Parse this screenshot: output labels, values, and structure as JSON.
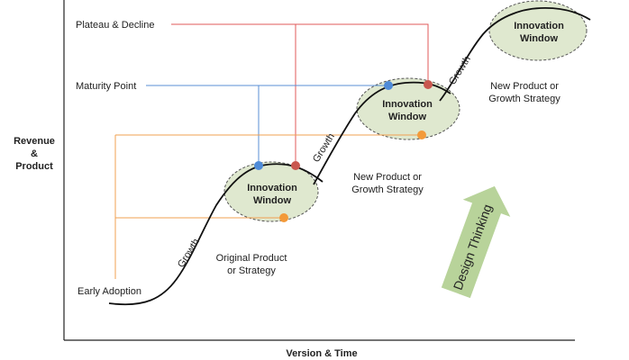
{
  "axes": {
    "y_label_line1": "Revenue",
    "y_label_line2": "&",
    "y_label_line3": "Product",
    "x_label": "Version & Time"
  },
  "markers": {
    "plateau_decline": "Plateau & Decline",
    "maturity_point": "Maturity Point",
    "early_adoption": "Early Adoption"
  },
  "windows": [
    {
      "line1": "Innovation",
      "line2": "Window"
    },
    {
      "line1": "Innovation",
      "line2": "Window"
    },
    {
      "line1": "Innovation",
      "line2": "Window"
    }
  ],
  "growth_labels": [
    "Growth",
    "Growth",
    "Growth"
  ],
  "strategies": [
    {
      "line1": "Original Product",
      "line2": "or Strategy"
    },
    {
      "line1": "New Product or",
      "line2": "Growth Strategy"
    },
    {
      "line1": "New Product or",
      "line2": "Growth Strategy"
    }
  ],
  "arrow_label": "Design Thinking",
  "colors": {
    "plateau_line": "#e05a5a",
    "maturity_line": "#5a8fd6",
    "adoption_line": "#f2a050",
    "dot_blue": "#4f8bd8",
    "dot_red": "#c9574f",
    "dot_orange": "#f39a3a",
    "window_fill": "#dfe8cf",
    "arrow_fill": "#b8d39a"
  }
}
